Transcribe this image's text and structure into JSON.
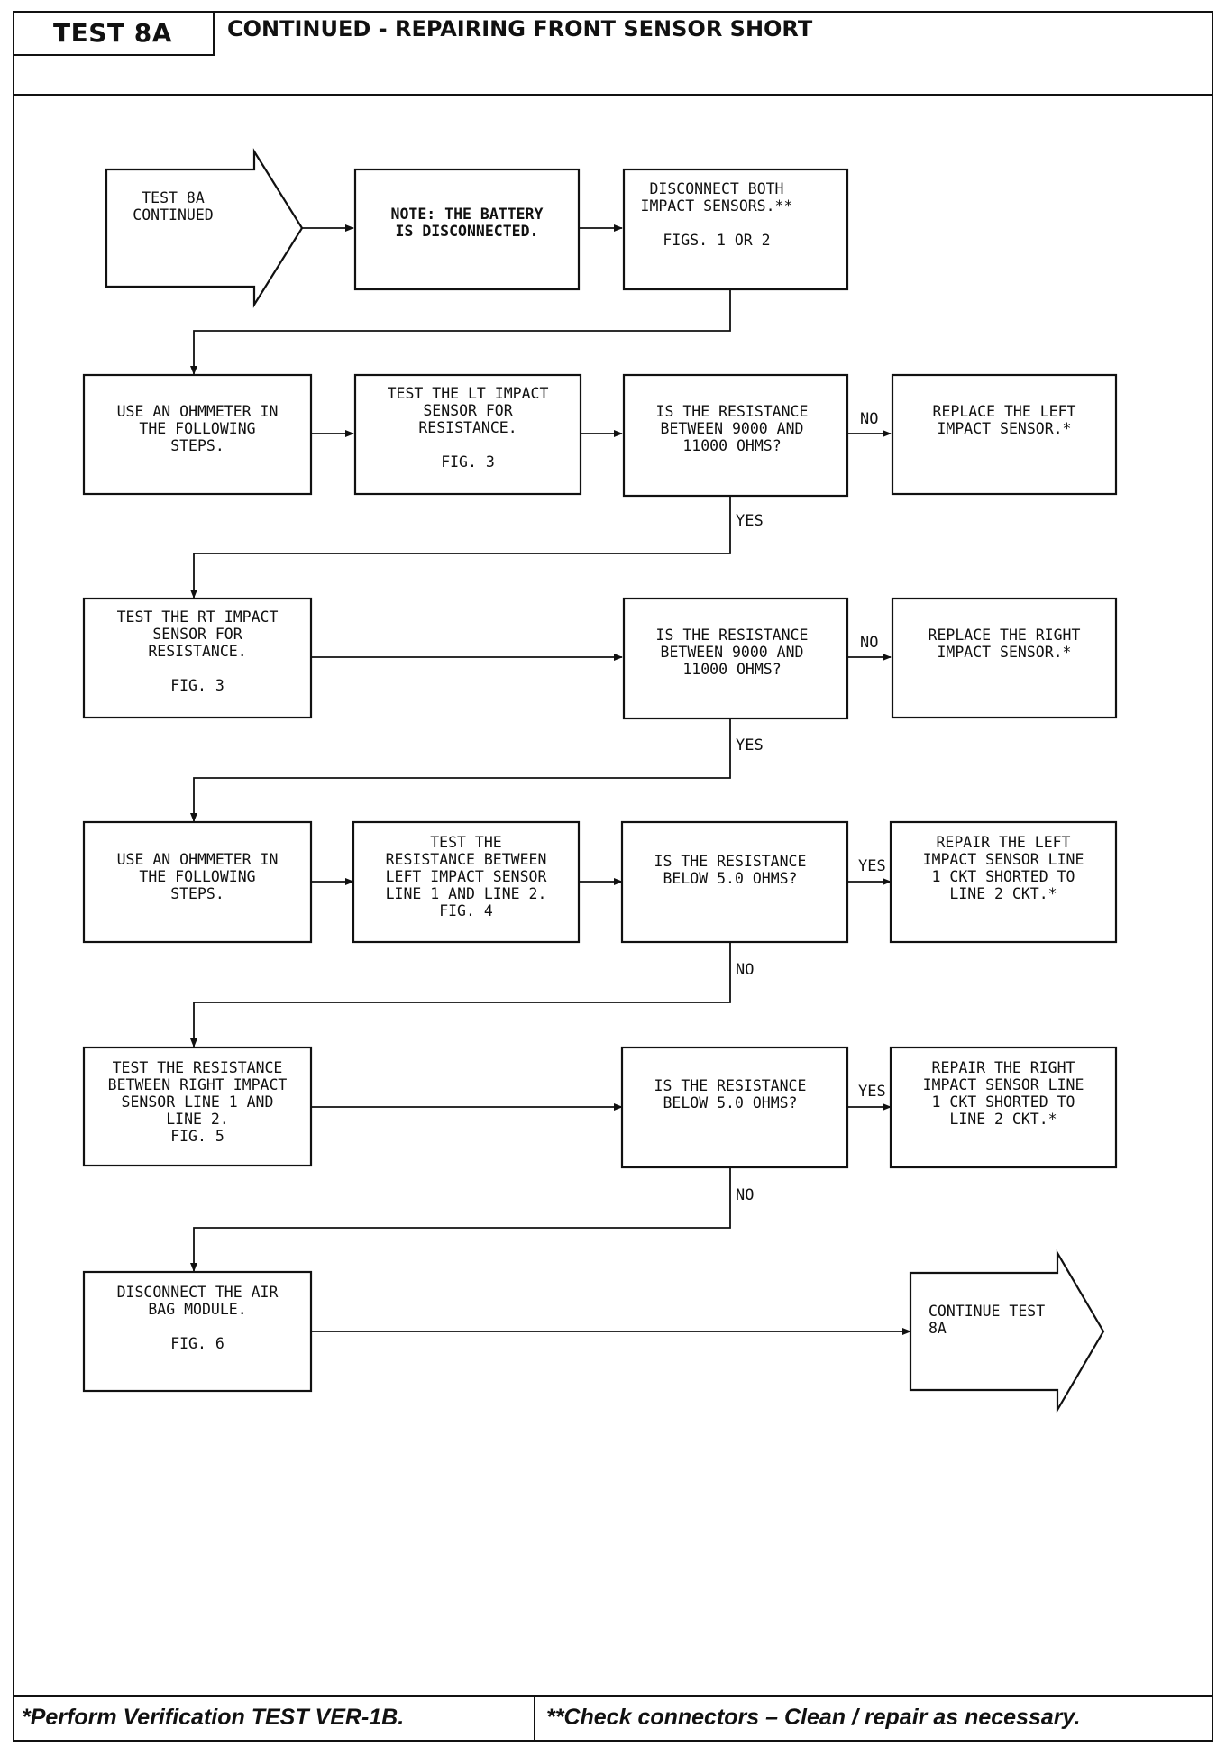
{
  "header": {
    "test_label": "TEST 8A",
    "title": "CONTINUED - REPAIRING FRONT SENSOR SHORT"
  },
  "nodes": {
    "start": [
      "TEST 8A",
      "CONTINUED"
    ],
    "note": [
      "NOTE: THE BATTERY",
      "IS DISCONNECTED."
    ],
    "disc_sensors": [
      "DISCONNECT BOTH",
      "IMPACT SENSORS.**",
      "",
      "FIGS. 1 OR 2"
    ],
    "ohm1": [
      "USE AN OHMMETER IN",
      "THE FOLLOWING",
      "STEPS."
    ],
    "lt_test": [
      "TEST THE LT IMPACT",
      "SENSOR FOR",
      "RESISTANCE.",
      "",
      "FIG. 3"
    ],
    "q1": [
      "IS THE RESISTANCE",
      "BETWEEN 9000 AND",
      "11000 OHMS?"
    ],
    "rep_left": [
      "REPLACE THE LEFT",
      "IMPACT SENSOR.*"
    ],
    "rt_test": [
      "TEST THE RT IMPACT",
      "SENSOR FOR",
      "RESISTANCE.",
      "",
      "FIG. 3"
    ],
    "q2": [
      "IS THE RESISTANCE",
      "BETWEEN 9000 AND",
      "11000 OHMS?"
    ],
    "rep_right": [
      "REPLACE THE RIGHT",
      "IMPACT SENSOR.*"
    ],
    "ohm2": [
      "USE AN OHMMETER IN",
      "THE FOLLOWING",
      "STEPS."
    ],
    "left_line_test": [
      "TEST THE",
      "RESISTANCE BETWEEN",
      "LEFT IMPACT SENSOR",
      "LINE 1 AND LINE 2.",
      "FIG. 4"
    ],
    "q3": [
      "IS THE RESISTANCE",
      "BELOW 5.0 OHMS?"
    ],
    "rep_left_line": [
      "REPAIR THE LEFT",
      "IMPACT SENSOR LINE",
      "1 CKT SHORTED TO",
      "LINE 2 CKT.*"
    ],
    "right_line_test": [
      "TEST THE RESISTANCE",
      "BETWEEN RIGHT IMPACT",
      "SENSOR LINE 1 AND",
      "LINE 2.",
      "FIG. 5"
    ],
    "q4": [
      "IS THE RESISTANCE",
      "BELOW 5.0 OHMS?"
    ],
    "rep_right_line": [
      "REPAIR THE RIGHT",
      "IMPACT SENSOR LINE",
      "1 CKT SHORTED TO",
      "LINE 2 CKT.*"
    ],
    "disc_airbag": [
      "DISCONNECT THE AIR",
      "BAG MODULE.",
      "",
      "FIG. 6"
    ],
    "continue": [
      "CONTINUE TEST",
      "8A"
    ]
  },
  "edge_labels": {
    "no": "NO",
    "yes": "YES"
  },
  "footer": {
    "note1": "*Perform Verification TEST VER-1B.",
    "note2": "**Check connectors – Clean / repair as necessary."
  }
}
